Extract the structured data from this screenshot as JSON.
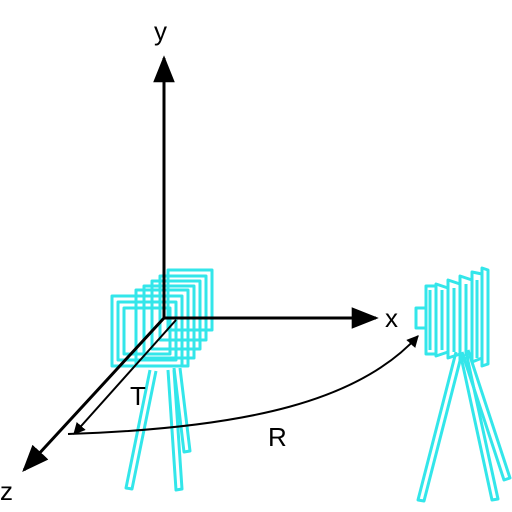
{
  "diagram": {
    "axes": {
      "y_label": "y",
      "x_label": "x",
      "z_label": "z"
    },
    "translation_label": "T",
    "rotation_label": "R",
    "colors": {
      "axes": "#000000",
      "camera": "#33e6ea",
      "background": "#ffffff"
    }
  }
}
